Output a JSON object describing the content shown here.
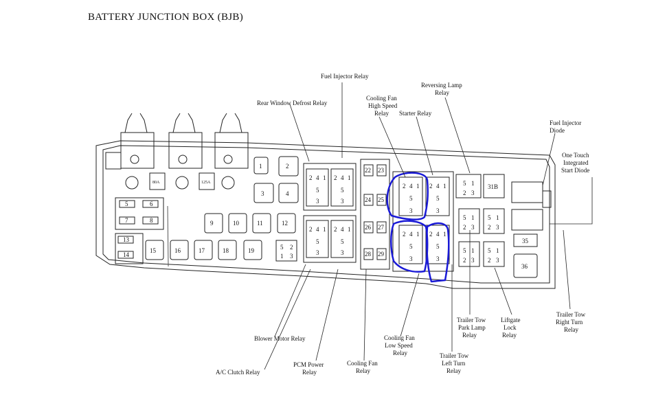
{
  "title": "BATTERY JUNCTION BOX (BJB)",
  "labels": {
    "fuel_injector_relay": "Fuel Injector Relay",
    "rear_window_defrost_relay": "Rear Window Defrost Relay",
    "cooling_fan_high_speed_relay": [
      "Cooling Fan",
      "High Speed",
      "Relay"
    ],
    "starter_relay": "Starter Relay",
    "reversing_lamp_relay": [
      "Reversing Lamp",
      "Relay"
    ],
    "fuel_injector_diode": [
      "Fuel Injector",
      "Diode"
    ],
    "one_touch_start_diode": [
      "One Touch",
      "Integrated",
      "Start Diode"
    ],
    "blower_motor_relay": "Blower Motor Relay",
    "ac_clutch_relay": "A/C Clutch Relay",
    "pcm_power_relay": [
      "PCM Power",
      "Relay"
    ],
    "cooling_fan_relay": [
      "Cooling Fan",
      "Relay"
    ],
    "cooling_fan_low_speed_relay": [
      "Cooling Fan",
      "Low Speed",
      "Relay"
    ],
    "trailer_tow_left_turn_relay": [
      "Trailer Tow",
      "Left Turn",
      "Relay"
    ],
    "trailer_tow_park_lamp_relay": [
      "Trailer Tow",
      "Park Lamp",
      "Relay"
    ],
    "liftgate_lock_relay": [
      "Liftgate",
      "Lock",
      "Relay"
    ],
    "trailer_tow_right_turn_relay": [
      "Trailer Tow",
      "Right Turn",
      "Relay"
    ]
  },
  "fuses": {
    "f1": "1",
    "f2": "2",
    "f3": "3",
    "f4": "4",
    "f5": "5",
    "f6": "6",
    "f7": "7",
    "f8": "8",
    "f9": "9",
    "f10": "10",
    "f11": "11",
    "f12": "12",
    "f13": "13",
    "f14": "14",
    "f15": "15",
    "f16": "16",
    "f17": "17",
    "f18": "18",
    "f19": "19",
    "f22": "22",
    "f23": "23",
    "f24": "24",
    "f25": "25",
    "f26": "26",
    "f27": "27",
    "f28": "28",
    "f29": "29",
    "f31b": "31B",
    "f35": "35",
    "f36": "36"
  },
  "mega_fuse_ratings": {
    "m80a": "80A",
    "m125a": "125A"
  },
  "pins": {
    "p1": "1",
    "p2": "2",
    "p3": "3",
    "p4": "4",
    "p5": "5"
  },
  "highlight_color": "#1a1ad6"
}
